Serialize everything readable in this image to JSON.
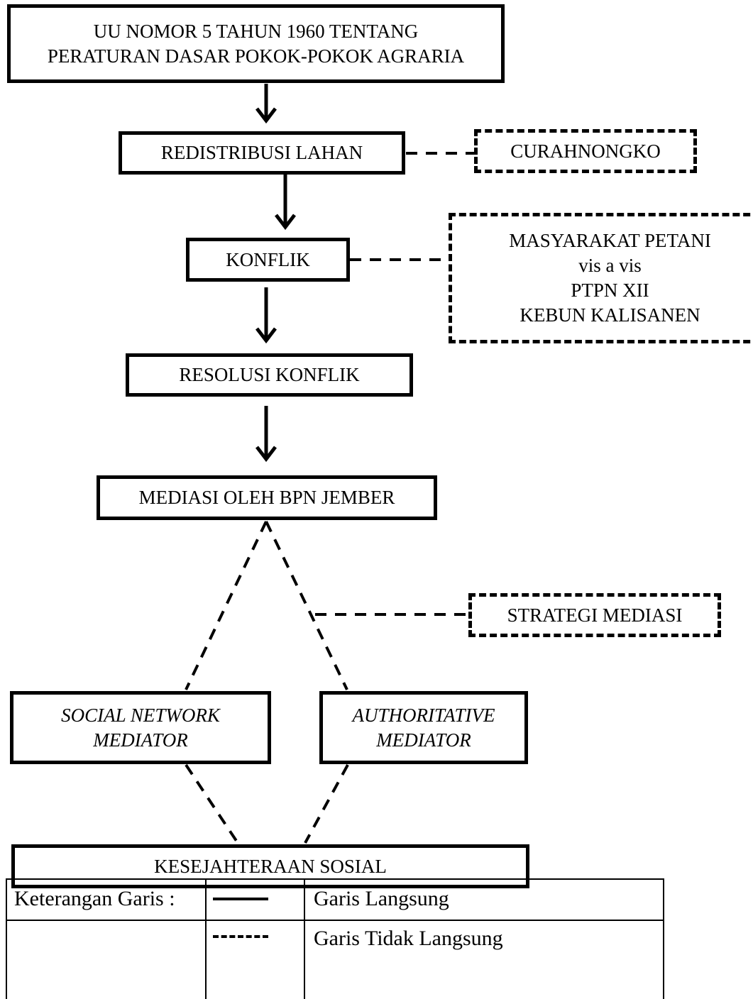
{
  "nodes": {
    "uupa_line1": "UU NOMOR 5 TAHUN 1960 TENTANG",
    "uupa_line2": "PERATURAN DASAR POKOK-POKOK AGRARIA",
    "redistribusi": "REDISTRIBUSI LAHAN",
    "curahnongko": "CURAHNONGKO",
    "konflik": "KONFLIK",
    "parties_line1": "MASYARAKAT PETANI",
    "parties_line2": "vis a vis",
    "parties_line3": "PTPN XII",
    "parties_line4": "KEBUN KALISANEN",
    "resolusi": "RESOLUSI KONFLIK",
    "mediasi": "MEDIASI OLEH BPN JEMBER",
    "strategi": "STRATEGI MEDIASI",
    "social_line1": "SOCIAL NETWORK",
    "social_line2": "MEDIATOR",
    "authoritative_line1": "AUTHORITATIVE",
    "authoritative_line2": "MEDIATOR",
    "kesejahteraan": "KESEJAHTERAAN SOSIAL"
  },
  "legend": {
    "title": "Keterangan Garis :",
    "solid_label": "Garis Langsung",
    "dashed_label": "Garis Tidak Langsung"
  }
}
